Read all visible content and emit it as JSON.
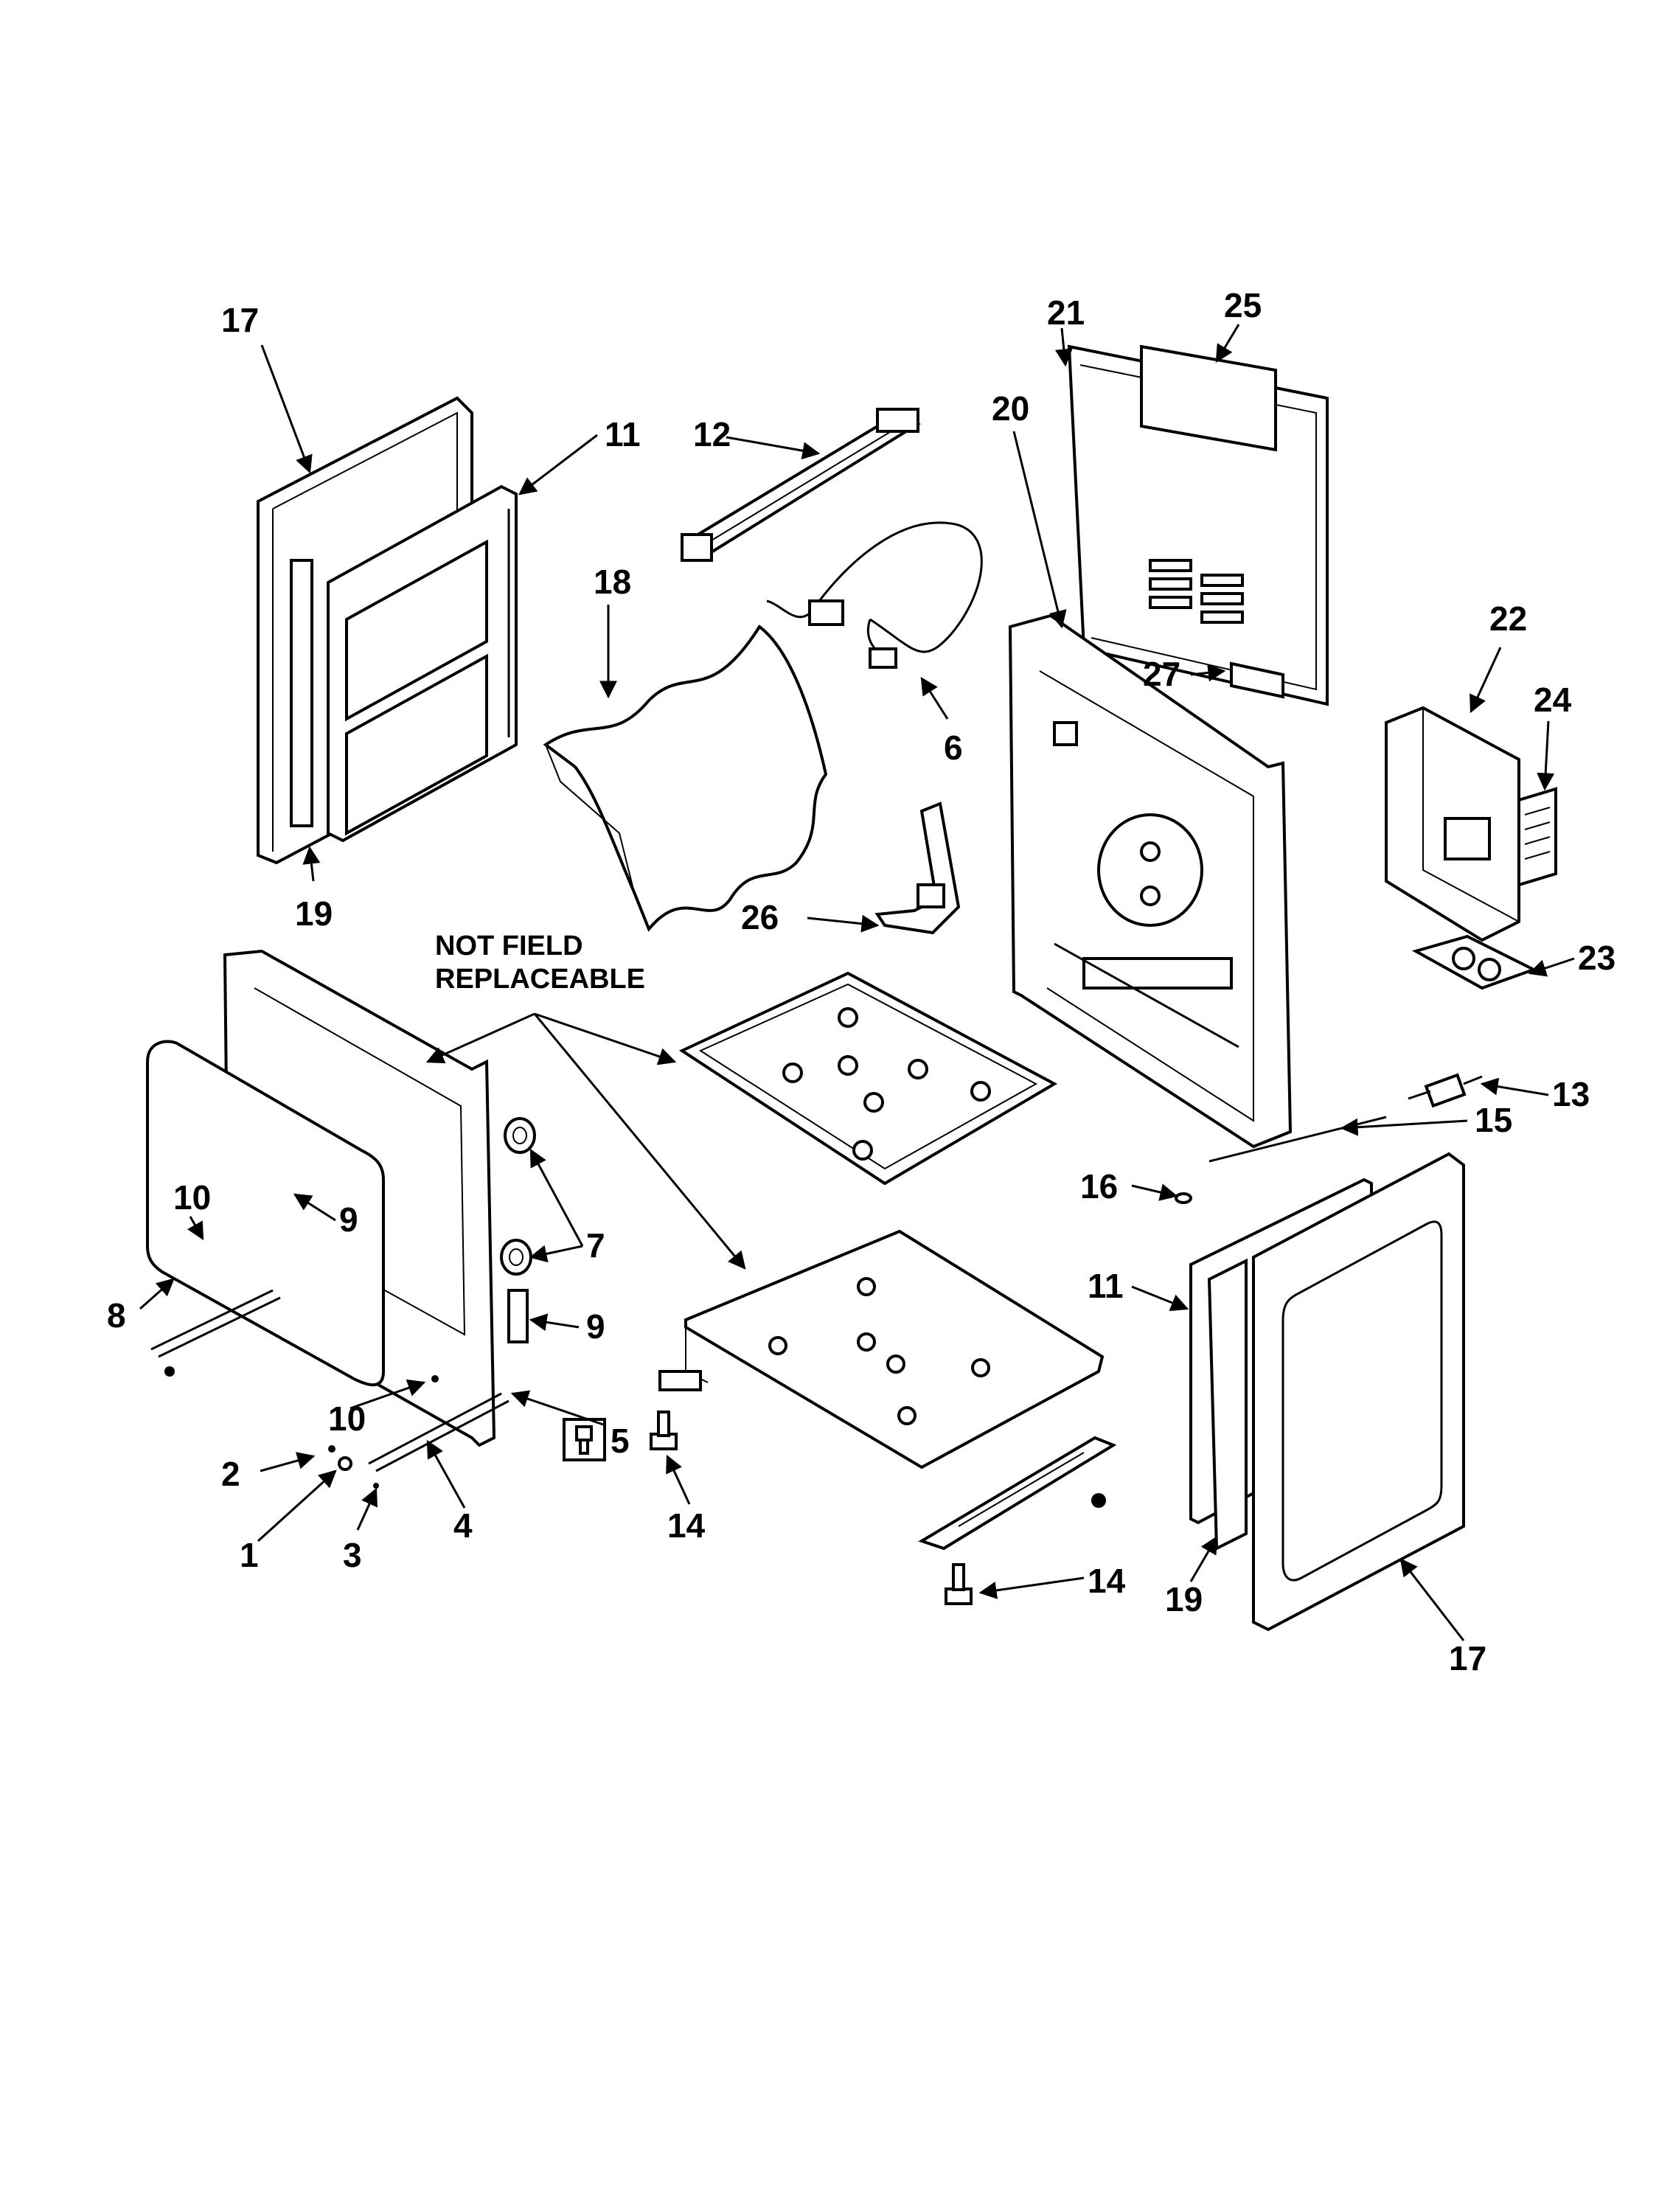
{
  "note": {
    "line1": "NOT FIELD",
    "line2": "REPLACEABLE"
  },
  "callouts": {
    "c17_top": "17",
    "c11_top": "11",
    "c12": "12",
    "c18": "18",
    "c6": "6",
    "c21": "21",
    "c25": "25",
    "c20": "20",
    "c27": "27",
    "c22": "22",
    "c24": "24",
    "c19_left": "19",
    "c26": "26",
    "c23": "23",
    "c13": "13",
    "c15": "15",
    "c16": "16",
    "c10_a": "10",
    "c9_a": "9",
    "c7": "7",
    "c8": "8",
    "c9_b": "9",
    "c10_b": "10",
    "c5": "5",
    "c2": "2",
    "c1": "1",
    "c3": "3",
    "c4": "4",
    "c14_a": "14",
    "c14_b": "14",
    "c11_right": "11",
    "c19_right": "19",
    "c17_right": "17"
  }
}
